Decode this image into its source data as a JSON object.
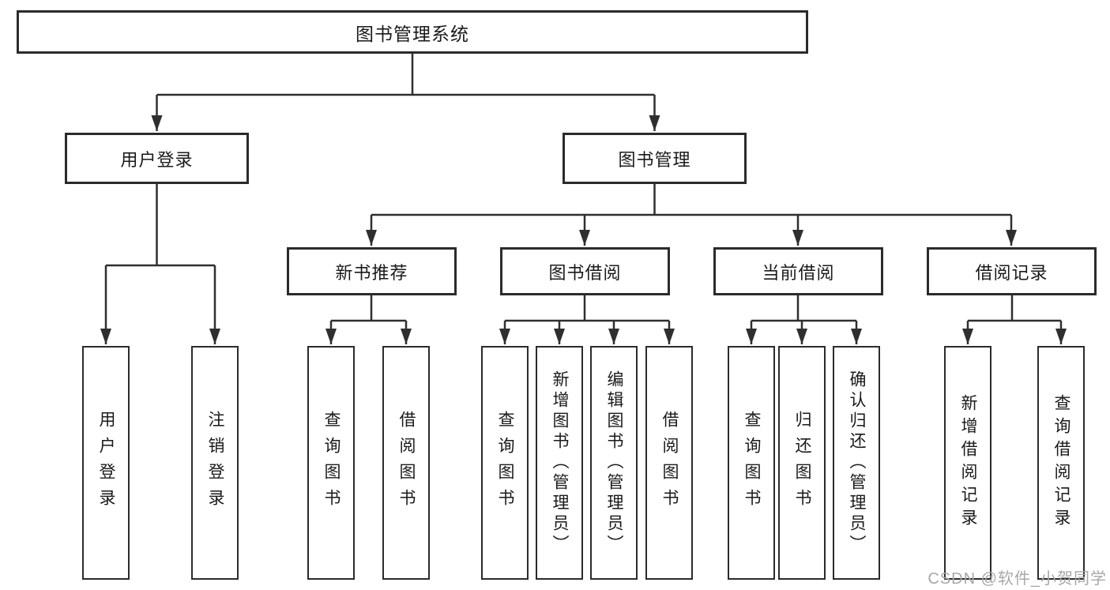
{
  "diagram_title": "图书管理系统",
  "watermark": "CSDN @软件_小贺同学",
  "colors": {
    "line": "#2f2f2f",
    "box_border": "#2b2b2b",
    "text": "#1a1a1a",
    "watermark_text": "#a8a8a8",
    "background": "#ffffff"
  },
  "nodes": {
    "root": {
      "label": "图书管理系统"
    },
    "user_login": {
      "label": "用户登录"
    },
    "book_mgmt": {
      "label": "图书管理"
    },
    "new_book_rec": {
      "label": "新书推荐"
    },
    "book_borrow": {
      "label": "图书借阅"
    },
    "current_borrow": {
      "label": "当前借阅"
    },
    "borrow_records": {
      "label": "借阅记录"
    },
    "leaf_user_login": {
      "label": "用户登录"
    },
    "leaf_logout": {
      "label": "注销登录"
    },
    "leaf_nbr_query": {
      "label": "查询图书"
    },
    "leaf_nbr_borrow": {
      "label": "借阅图书"
    },
    "leaf_bb_query": {
      "label": "查询图书"
    },
    "leaf_bb_add": {
      "label": "新增图书（管理员）"
    },
    "leaf_bb_edit": {
      "label": "编辑图书（管理员）"
    },
    "leaf_bb_borrow": {
      "label": "借阅图书"
    },
    "leaf_cb_query": {
      "label": "查询图书"
    },
    "leaf_cb_return": {
      "label": "归还图书"
    },
    "leaf_cb_confirm": {
      "label": "确认归还（管理员）"
    },
    "leaf_br_add": {
      "label": "新增借阅记录"
    },
    "leaf_br_query": {
      "label": "查询借阅记录"
    }
  }
}
